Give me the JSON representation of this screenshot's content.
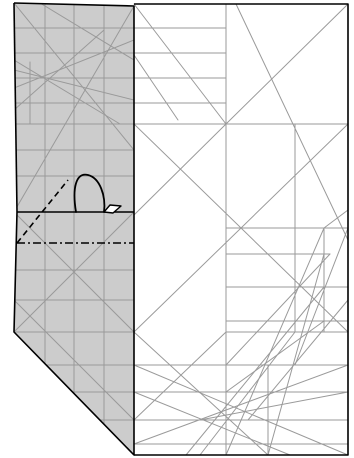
{
  "diagram": {
    "kind": "origami crease-pattern fold step",
    "colors": {
      "paper_front": "#ffffff",
      "paper_back_shaded": "#cccccc",
      "crease_line": "#9a9a9a",
      "outline": "#000000",
      "valley_fold_line": "#000000",
      "mountain_fold_line": "#000000",
      "arrow": "#000000"
    },
    "line_styles": {
      "valley_fold": "dashed",
      "mountain_fold": "dash-dot"
    },
    "elements": [
      "paper-sheet",
      "folded-flap-upper",
      "folded-flap-lower",
      "crease-grid",
      "valley-fold-line",
      "mountain-fold-line",
      "fold-over-arrow"
    ]
  }
}
